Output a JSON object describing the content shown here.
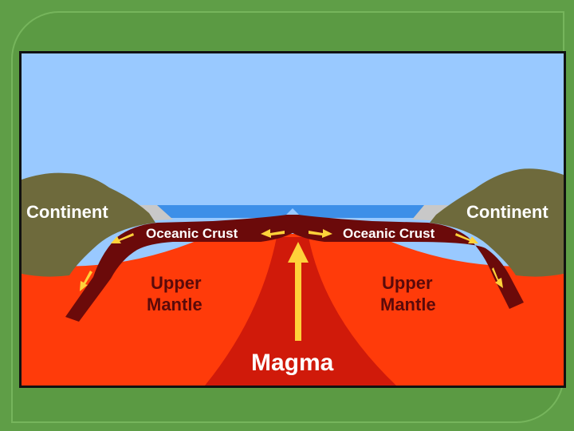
{
  "diagram": {
    "labels": {
      "continent_left": "Continent",
      "continent_right": "Continent",
      "oceanic_crust_left": "Oceanic Crust",
      "oceanic_crust_right": "Oceanic Crust",
      "upper_mantle_left_line1": "Upper",
      "upper_mantle_left_line2": "Mantle",
      "upper_mantle_right_line1": "Upper",
      "upper_mantle_right_line2": "Mantle",
      "magma": "Magma"
    },
    "colors": {
      "sky": "#99c9ff",
      "ocean": "#3d8fe8",
      "continent": "#6e6a3c",
      "mantle": "#ff3b0a",
      "magma": "#d01a0a",
      "crust": "#6b0a0a",
      "arrow": "#ffd23a",
      "slide_bg": "#5f9e47"
    }
  }
}
